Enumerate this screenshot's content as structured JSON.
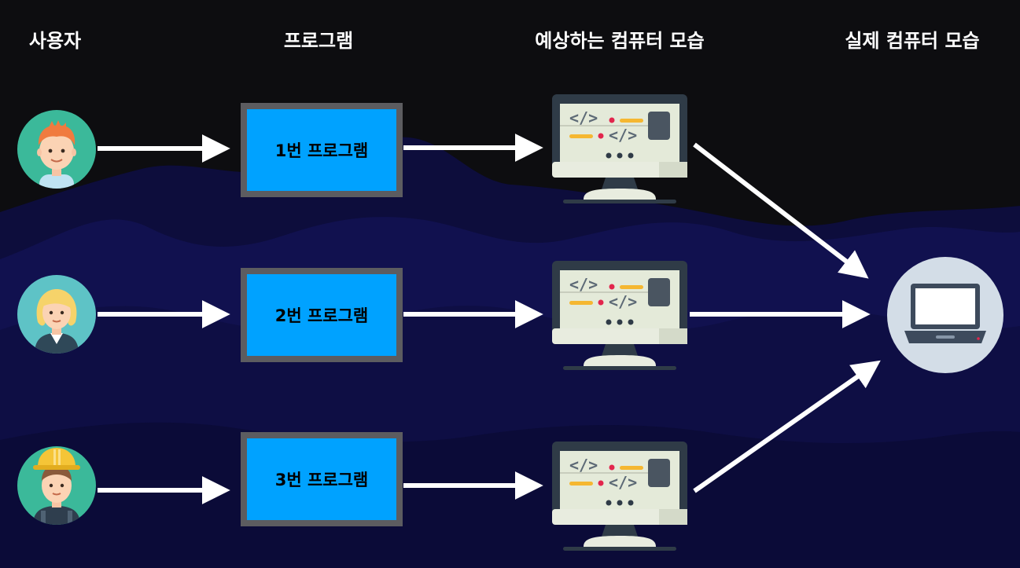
{
  "columns": {
    "users": "사용자",
    "programs": "프로그램",
    "expected_view": "예상하는 컴퓨터 모습",
    "actual_view": "실제 컴퓨터 모습"
  },
  "users": [
    {
      "avatar": "boy-avatar-icon",
      "bg": "#3bb99a"
    },
    {
      "avatar": "woman-avatar-icon",
      "bg": "#5ec3c6"
    },
    {
      "avatar": "worker-avatar-icon",
      "bg": "#3bb99a"
    }
  ],
  "programs": [
    {
      "label": "1번 프로그램"
    },
    {
      "label": "2번 프로그램"
    },
    {
      "label": "3번 프로그램"
    }
  ],
  "expected_computers": [
    {
      "icon": "code-monitor-icon"
    },
    {
      "icon": "code-monitor-icon"
    },
    {
      "icon": "code-monitor-icon"
    }
  ],
  "actual_computer": {
    "icon": "laptop-icon"
  },
  "colors": {
    "program_box": "#00a2ff",
    "program_border": "#5c5c60",
    "arrow": "#ffffff",
    "background": "#0d0d10",
    "mountain": "#12125e"
  }
}
